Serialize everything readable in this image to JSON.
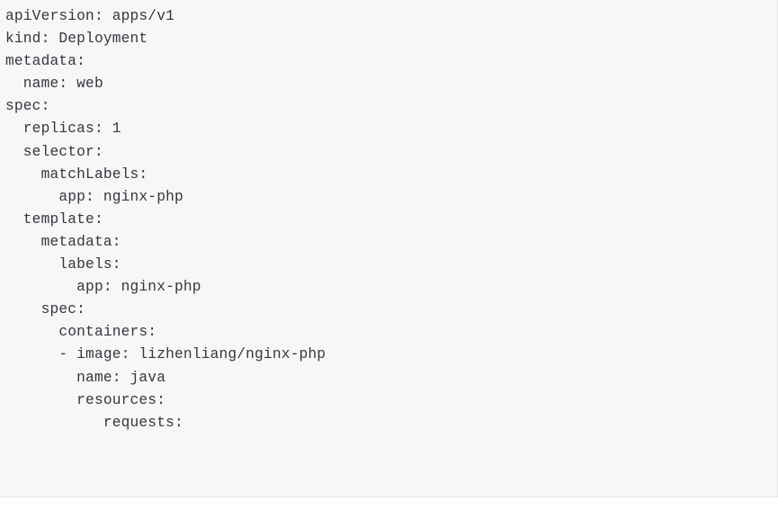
{
  "document": {
    "type": "code-block",
    "language": "yaml",
    "background_color": "#f7f7f7",
    "text_color": "#32383f",
    "page_background": "#ffffff",
    "border_color": "#e8e8ec"
  },
  "code": {
    "lines": [
      "apiVersion: apps/v1",
      "kind: Deployment",
      "metadata:",
      "  name: web",
      "spec:",
      "  replicas: 1",
      "  selector:",
      "    matchLabels:",
      "      app: nginx-php",
      "  template:",
      "    metadata:",
      "      labels:",
      "        app: nginx-php",
      "    spec:",
      "      containers:",
      "      - image: lizhenliang/nginx-php",
      "        name: java",
      "        resources:",
      "           requests:"
    ]
  }
}
